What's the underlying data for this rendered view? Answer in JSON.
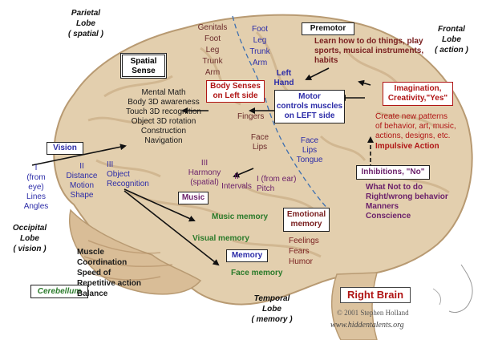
{
  "lobes": {
    "parietal": "Parietal\nLobe\n( spatial )",
    "frontal": "Frontal\nLobe\n( action )",
    "occipital": "Occipital\nLobe\n( vision )",
    "temporal": "Temporal\nLobe\n( memory )"
  },
  "boxes": {
    "spatial_sense": "Spatial\nSense",
    "body_senses": "Body Senses\non Left side",
    "premotor": "Premotor",
    "motor": "Motor\ncontrols muscles\non LEFT side",
    "imagination": "Imagination,\nCreativity,\"Yes\"",
    "inhibitions": "Inhibitions, \"No\"",
    "vision": "Vision",
    "music": "Music",
    "emotional_memory": "Emotional\nmemory",
    "memory": "Memory",
    "cerebellum": "Cerebellum",
    "right_brain": "Right Brain"
  },
  "texts": {
    "body_parts_top": "Genitals\nFoot\nLeg\nTrunk\nArm",
    "body_parts_right": "Foot\nLeg\nTrunk\nArm",
    "left_hand": "Left\nHand",
    "premotor_desc": "Learn how to do things, play\nsports, musical instruments,\nhabits",
    "spatial_list": "Mental Math\nBody 3D awareness\nTouch 3D recognition\nObject 3D rotation\nConstruction\nNavigation",
    "fingers": "Fingers",
    "face_lips_left": "Face\nLips",
    "face_lips_right": "Face\nLips\nTongue",
    "creative_list": "Create new patterns\nof behavior, art, music,\nactions, designs, etc.",
    "impulsive": "Impulsive Action",
    "what_not_list": "What Not to do\nRight/wrong behavior\nManners\nConscience",
    "vision_i": "I\n(from eye)\nLines\nAngles",
    "vision_ii": "II\nDistance\nMotion\nShape",
    "vision_iii": "III\nObject\nRecognition",
    "harmony": "III\nHarmony\n(spatial)",
    "intervals": "II\nIntervals",
    "pitch": "I (from ear)\nPitch",
    "music_memory": "Music memory",
    "visual_memory": "Visual memory",
    "face_memory": "Face memory",
    "feelings": "Feelings\nFears\nHumor",
    "muscle_coord": "Muscle\nCoordination\nSpeed of\nRepetitive action\nBalance",
    "copyright": "© 2001 Stephen Holland",
    "website": "www.hiddentalents.org"
  },
  "colors": {
    "brain_fill": "#e3cfae",
    "brain_shade": "#cfb28a",
    "cerebellum_fill": "#d9bd97",
    "fissure": "#3d6fb0",
    "arrow": "#111111"
  }
}
